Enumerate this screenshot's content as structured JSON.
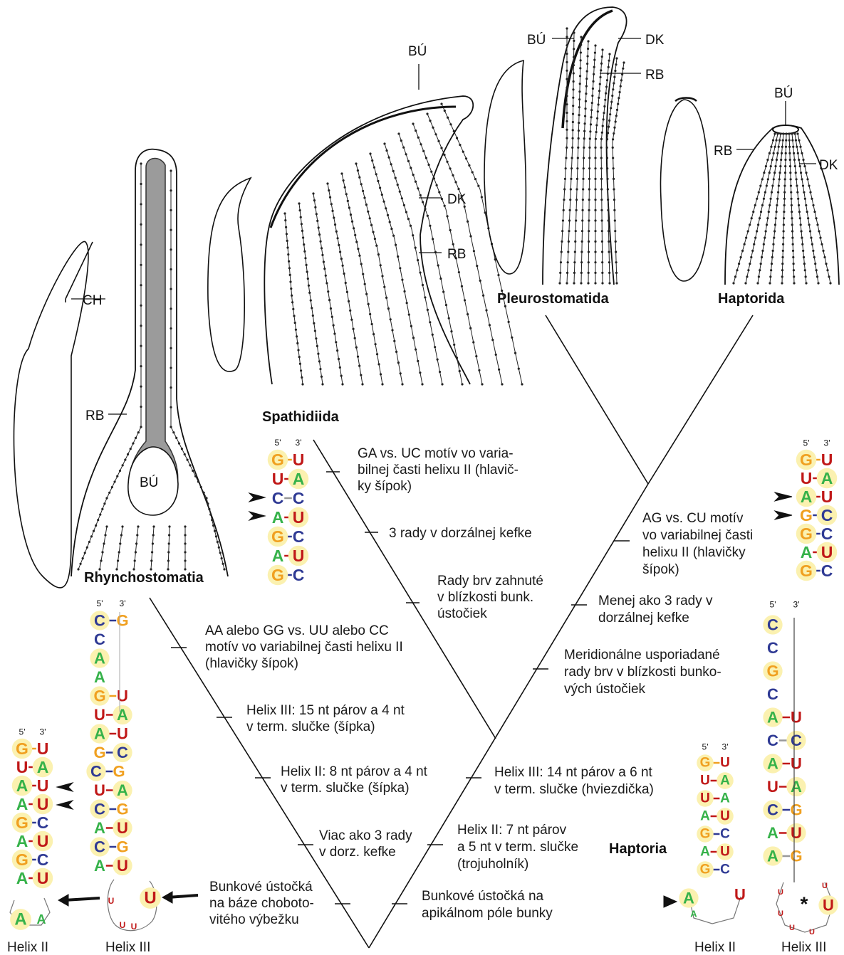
{
  "taxa": {
    "rhynchostomatia": "Rhynchostomatia",
    "spathidiida": "Spathidiida",
    "pleurostomatida": "Pleurostomatida",
    "haptorida": "Haptorida",
    "haptoria": "Haptoria"
  },
  "cell_labels": {
    "ch": "CH",
    "rb": "RB",
    "bu": "BÚ",
    "dk": "DK"
  },
  "characters": {
    "spathidiida_ga": [
      "GA  vs. UC motív vo varia-",
      "bilnej časti helixu II (hlavič-",
      "ky šípok)"
    ],
    "spathidiida_3rows": [
      "3 rady v dorzálnej kefke"
    ],
    "spathidiida_curved": [
      "Rady brv zahnuté",
      "v blízkosti bunk.",
      "ústočiek"
    ],
    "rhyncho_aa": [
      "AA alebo GG vs. UU alebo CC",
      "motív vo variabilnej časti helixu II",
      "(hlavičky šípok)"
    ],
    "rhyncho_helix3": [
      "Helix III: 15 nt párov a 4 nt",
      "v term. slučke (šípka)"
    ],
    "rhyncho_helix2": [
      "Helix II: 8 nt párov a 4 nt",
      "v term. slučke (šípka)"
    ],
    "rhyncho_more3": [
      "Viac ako 3 rady",
      "v dorz. kefke"
    ],
    "rhyncho_base": [
      "Bunkové ústočká",
      "na báze choboto-",
      "vitého výbežku"
    ],
    "hapt_ag": [
      "AG  vs. CU motív",
      "vo variabilnej časti",
      "helixu II (hlavičky",
      "šípok)"
    ],
    "hapt_less3": [
      "Menej ako 3 rady v",
      "dorzálnej kefke"
    ],
    "hapt_meridional": [
      "Meridionálne usporiadané",
      "rady brv v blízkosti bunko-",
      "vých ústočiek"
    ],
    "hapt_helix3": [
      "Helix III: 14 nt párov a 6 nt",
      "v term. slučke (hviezdička)"
    ],
    "hapt_helix2": [
      "Helix II: 7 nt párov",
      "a 5 nt v term. slučke",
      "(trojuholník)"
    ],
    "hapt_apical": [
      "Bunkové ústočká na",
      "apikálnom póle bunky"
    ]
  },
  "helix_captions": {
    "helix2_left": "Helix II",
    "helix3_left": "Helix III",
    "helix2_right": "Helix II",
    "helix3_right": "Helix III"
  },
  "strand_ends": {
    "five": "5'",
    "three": "3'"
  },
  "structures": {
    "spathidiida_stem": [
      [
        "G",
        "U"
      ],
      [
        "U",
        "A"
      ],
      [
        "C",
        "C"
      ],
      [
        "A",
        "U"
      ],
      [
        "G",
        "C"
      ],
      [
        "A",
        "U"
      ],
      [
        "G",
        "C"
      ]
    ],
    "haptorida_stem": [
      [
        "G",
        "U"
      ],
      [
        "U",
        "A"
      ],
      [
        "A",
        "U"
      ],
      [
        "G",
        "C"
      ],
      [
        "G",
        "C"
      ],
      [
        "A",
        "U"
      ],
      [
        "G",
        "C"
      ]
    ],
    "rhyncho_helix2_stem": [
      [
        "G",
        "U"
      ],
      [
        "U",
        "A"
      ],
      [
        "A",
        "U"
      ],
      [
        "A",
        "U"
      ],
      [
        "G",
        "C"
      ],
      [
        "A",
        "U"
      ],
      [
        "G",
        "C"
      ],
      [
        "A",
        "U"
      ]
    ],
    "rhyncho_helix2_loop": [
      "A",
      "A"
    ],
    "rhyncho_helix3_stem": [
      [
        "C",
        "G"
      ],
      [
        "C",
        ""
      ],
      [
        "A",
        ""
      ],
      [
        "A",
        ""
      ],
      [
        "G",
        "U"
      ],
      [
        "U",
        "A"
      ],
      [
        "A",
        "U"
      ],
      [
        "G",
        "C"
      ],
      [
        "C",
        "G"
      ],
      [
        "U",
        "A"
      ],
      [
        "C",
        "G"
      ],
      [
        "A",
        "U"
      ],
      [
        "C",
        "G"
      ],
      [
        "A",
        "U"
      ]
    ],
    "rhyncho_helix3_loop": [
      "U",
      "U",
      "U",
      "U"
    ],
    "haptoria_helix2_stem": [
      [
        "G",
        "U"
      ],
      [
        "U",
        "A"
      ],
      [
        "U",
        "A"
      ],
      [
        "A",
        "U"
      ],
      [
        "G",
        "C"
      ],
      [
        "A",
        "U"
      ],
      [
        "G",
        "C"
      ]
    ],
    "haptoria_helix2_loop": [
      "A",
      "A",
      "U"
    ],
    "haptoria_helix3_stem": [
      [
        "C",
        ""
      ],
      [
        "C",
        ""
      ],
      [
        "G",
        ""
      ],
      [
        "C",
        ""
      ],
      [
        "A",
        "U"
      ],
      [
        "C",
        "C"
      ],
      [
        "A",
        "U"
      ],
      [
        "U",
        "A"
      ],
      [
        "C",
        "G"
      ],
      [
        "A",
        "U"
      ],
      [
        "A",
        "G"
      ]
    ],
    "haptoria_helix3_loop": [
      "U",
      "U",
      "U",
      "U",
      "U",
      "U"
    ]
  },
  "loop_marks": {
    "star": "*"
  },
  "colors": {
    "G": "#f0a020",
    "A": "#36b24a",
    "U": "#c01818",
    "C": "#2f3a94",
    "highlight": "#fbf1b0",
    "line": "#1a1a1a"
  }
}
